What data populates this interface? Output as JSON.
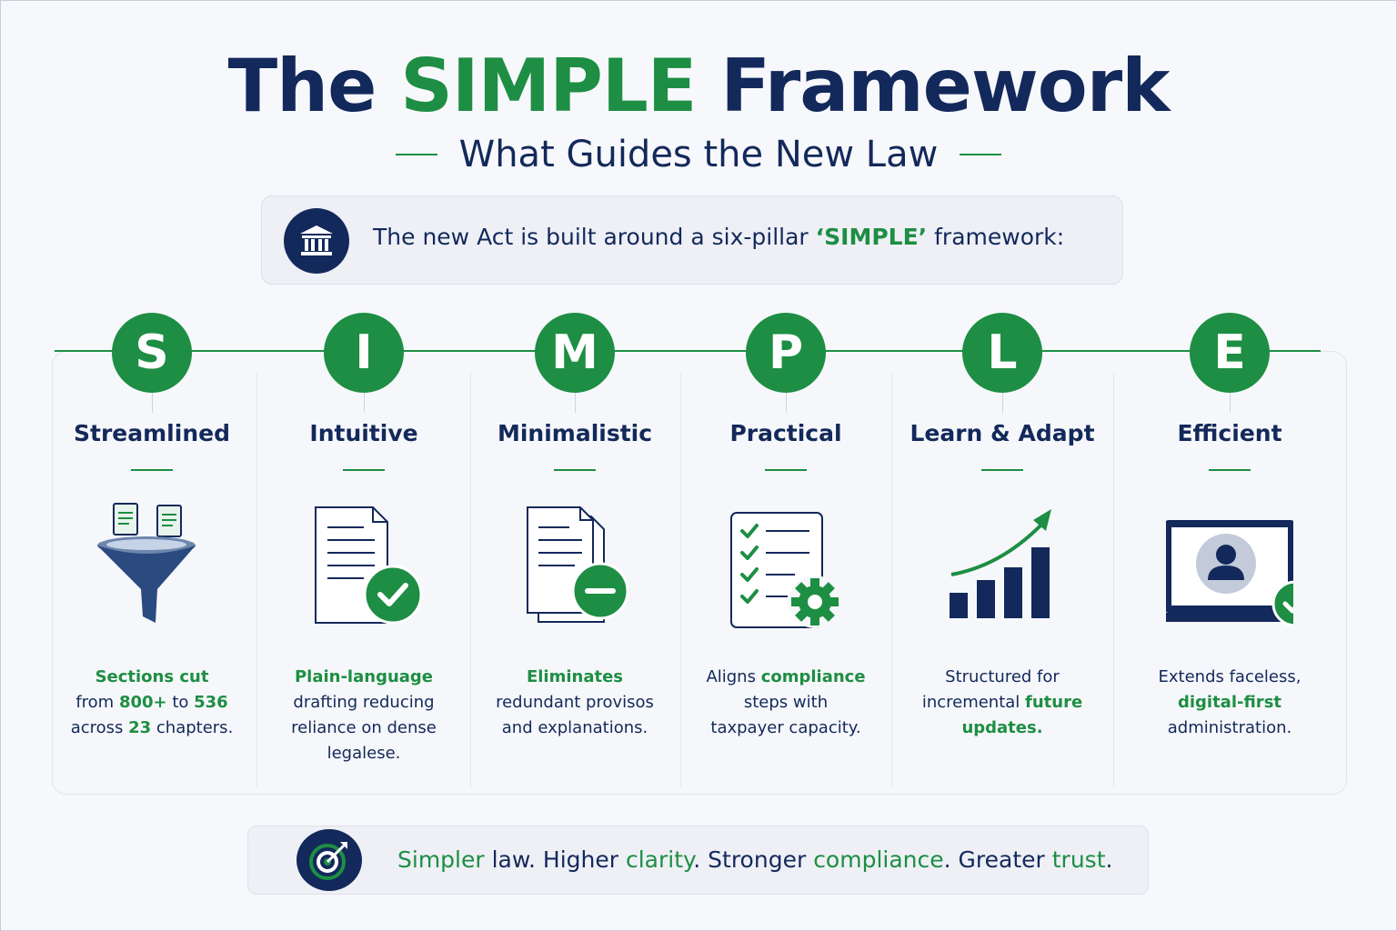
{
  "title": {
    "part1": "The",
    "highlight": "SIMPLE",
    "part2": "Framework"
  },
  "subtitle": "What Guides the New Law",
  "intro": {
    "icon": "bank-building-icon",
    "before": "The new Act is built around a six-pillar ",
    "highlight": "‘SIMPLE’",
    "after": " framework:"
  },
  "pillars": [
    {
      "letter": "S",
      "name": "Streamlined",
      "icon": "funnel-documents-icon",
      "desc": [
        [
          [
            "Sections cut",
            true
          ]
        ],
        [
          [
            "from ",
            false
          ],
          [
            "800+",
            true
          ],
          [
            " to ",
            false
          ],
          [
            "536",
            true
          ]
        ],
        [
          [
            "across ",
            false
          ],
          [
            "23",
            true
          ],
          [
            " chapters.",
            false
          ]
        ]
      ]
    },
    {
      "letter": "I",
      "name": "Intuitive",
      "icon": "document-check-icon",
      "desc": [
        [
          [
            "Plain-language",
            true
          ]
        ],
        [
          [
            "drafting reducing",
            false
          ]
        ],
        [
          [
            "reliance on dense",
            false
          ]
        ],
        [
          [
            "legalese.",
            false
          ]
        ]
      ]
    },
    {
      "letter": "M",
      "name": "Minimalistic",
      "icon": "documents-minus-icon",
      "desc": [
        [
          [
            "Eliminates",
            true
          ]
        ],
        [
          [
            "redundant provisos",
            false
          ]
        ],
        [
          [
            "and explanations.",
            false
          ]
        ]
      ]
    },
    {
      "letter": "P",
      "name": "Practical",
      "icon": "checklist-gear-icon",
      "desc": [
        [
          [
            "Aligns ",
            false
          ],
          [
            "compliance",
            true
          ]
        ],
        [
          [
            "steps with",
            false
          ]
        ],
        [
          [
            "taxpayer capacity.",
            false
          ]
        ]
      ]
    },
    {
      "letter": "L",
      "name": "Learn & Adapt",
      "icon": "growth-chart-icon",
      "desc": [
        [
          [
            "Structured for",
            false
          ]
        ],
        [
          [
            "incremental ",
            false
          ],
          [
            "future",
            true
          ]
        ],
        [
          [
            "updates.",
            true
          ]
        ]
      ]
    },
    {
      "letter": "E",
      "name": "Efficient",
      "icon": "laptop-user-check-icon",
      "desc": [
        [
          [
            "Extends faceless,",
            false
          ]
        ],
        [
          [
            "digital-first",
            true
          ]
        ],
        [
          [
            "administration.",
            false
          ]
        ]
      ]
    }
  ],
  "footer": {
    "icon": "target-arrow-icon",
    "segments": [
      [
        "Simpler",
        true
      ],
      [
        " law. Higher ",
        false
      ],
      [
        "clarity",
        true
      ],
      [
        ". Stronger ",
        false
      ],
      [
        "compliance",
        true
      ],
      [
        ". Greater ",
        false
      ],
      [
        "trust",
        true
      ],
      [
        ".",
        false
      ]
    ]
  },
  "colors": {
    "navy": "#13295b",
    "green": "#1d8e43",
    "background": "#f7f8fb",
    "panel": "#eef0f6"
  }
}
